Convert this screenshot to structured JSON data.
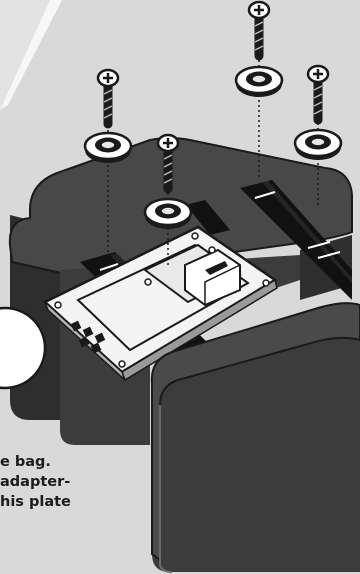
{
  "instruction": {
    "line_1": "e bag.",
    "line_2": "adapter-",
    "line_3": "his plate"
  },
  "colors": {
    "background": "#d9d9d9",
    "case_dark": "#3d3d3d",
    "case_top": "#4a4a4a",
    "strap": "#111111",
    "plate": "#f4f4f4",
    "outline": "#1a1a1a"
  },
  "icons": [
    "phillips-screw-icon",
    "grommet-washer-icon",
    "mounting-plate-icon",
    "strap-icon",
    "leader-line-icon"
  ]
}
